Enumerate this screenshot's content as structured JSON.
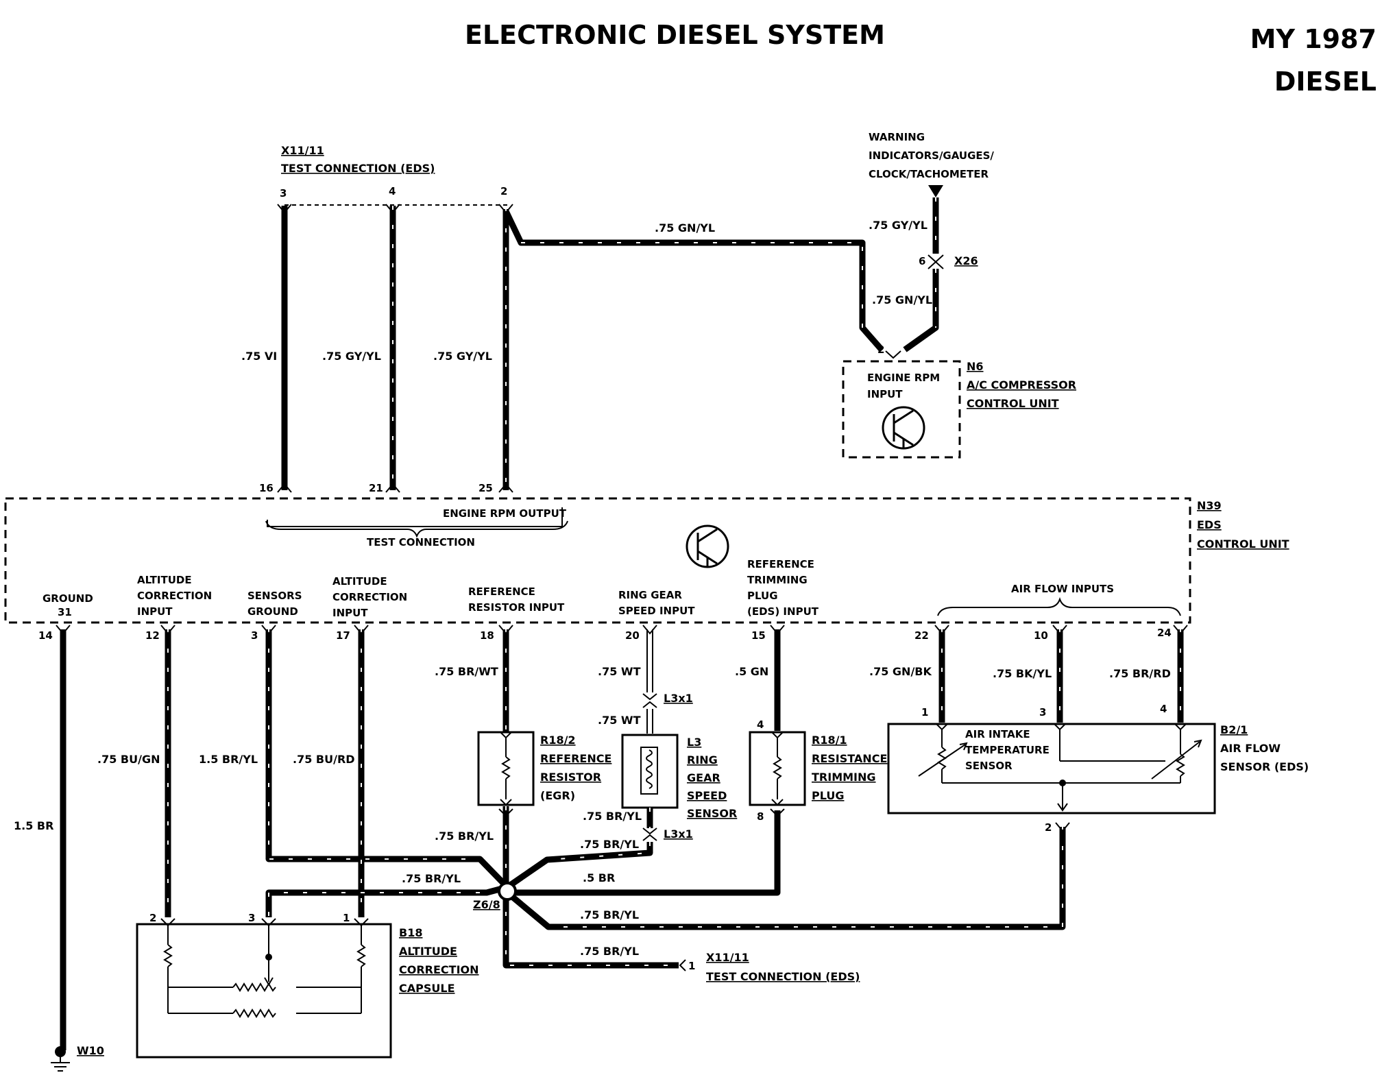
{
  "header": {
    "title": "ELECTRONIC DIESEL SYSTEM",
    "model_year": "MY 1987",
    "engine": "DIESEL"
  },
  "components": {
    "x11_top": {
      "id": "X11/11",
      "name": "TEST CONNECTION (EDS)"
    },
    "x11_bot": {
      "id": "X11/11",
      "name": "TEST CONNECTION (EDS)"
    },
    "warning": [
      "WARNING",
      "INDICATORS/GAUGES/",
      "CLOCK/TACHOMETER"
    ],
    "x26": {
      "id": "X26"
    },
    "n6": {
      "id": "N6",
      "name1": "A/C COMPRESSOR",
      "name2": "CONTROL UNIT",
      "input1": "ENGINE RPM",
      "input2": "INPUT"
    },
    "n39": {
      "id": "N39",
      "name1": "EDS",
      "name2": "CONTROL UNIT"
    },
    "r18_2": {
      "id": "R18/2",
      "name": [
        "REFERENCE",
        "RESISTOR",
        "(EGR)"
      ]
    },
    "l3": {
      "id": "L3",
      "name": [
        "RING",
        "GEAR",
        "SPEED",
        "SENSOR"
      ]
    },
    "l3x1": {
      "id": "L3x1"
    },
    "r18_1": {
      "id": "R18/1",
      "name": [
        "RESISTANCE",
        "TRIMMING",
        "PLUG"
      ]
    },
    "b2_1": {
      "id": "B2/1",
      "name": [
        "AIR FLOW",
        "SENSOR (EDS)"
      ],
      "inner": [
        "AIR INTAKE",
        "TEMPERATURE",
        "SENSOR"
      ]
    },
    "b18": {
      "id": "B18",
      "name": [
        "ALTITUDE",
        "CORRECTION",
        "CAPSULE"
      ]
    },
    "z6_8": {
      "id": "Z6/8"
    },
    "w10": {
      "id": "W10"
    }
  },
  "ecu_labels": {
    "engine_rpm_output": "ENGINE RPM OUTPUT",
    "test_connection": "TEST CONNECTION",
    "ground": [
      "GROUND",
      "31"
    ],
    "altitude_in_12": [
      "ALTITUDE",
      "CORRECTION",
      "INPUT"
    ],
    "sensors_ground": [
      "SENSORS",
      "GROUND"
    ],
    "altitude_in_17": [
      "ALTITUDE",
      "CORRECTION",
      "INPUT"
    ],
    "ref_resistor_input": [
      "REFERENCE",
      "RESISTOR INPUT"
    ],
    "ring_gear_input": [
      "RING GEAR",
      "SPEED INPUT"
    ],
    "ref_trim_input": [
      "REFERENCE",
      "TRIMMING",
      "PLUG",
      "(EDS) INPUT"
    ],
    "air_flow_inputs": "AIR FLOW INPUTS"
  },
  "pins": {
    "t3": "3",
    "t4": "4",
    "t2": "2",
    "e16": "16",
    "e21": "21",
    "e25": "25",
    "e14": "14",
    "e12": "12",
    "e3": "3",
    "e17": "17",
    "e18": "18",
    "e20": "20",
    "e15": "15",
    "e22": "22",
    "e10": "10",
    "e24": "24",
    "x26_6": "6",
    "n6_2": "2",
    "r18_1_4": "4",
    "r18_1_8": "8",
    "b2_1": "1",
    "b2_3": "3",
    "b2_4": "4",
    "b2_2": "2",
    "b18_2": "2",
    "b18_3": "3",
    "b18_1": "1",
    "x11b_1": "1"
  },
  "wires": {
    "w_vi": ".75 VI",
    "w_gyyl_a": ".75 GY/YL",
    "w_gyyl_b": ".75 GY/YL",
    "w_gnyl_top": ".75 GN/YL",
    "w_gyyl_warn": ".75 GY/YL",
    "w_gnyl_n6": ".75 GN/YL",
    "w_br_ground": "1.5 BR",
    "w_bugn": ".75 BU/GN",
    "w_bryl_15": "1.5 BR/YL",
    "w_burd": ".75 BU/RD",
    "w_brwt": ".75 BR/WT",
    "w_wt_a": ".75 WT",
    "w_wt_b": ".75 WT",
    "w_gn5": ".5 GN",
    "w_gnbk": ".75 GN/BK",
    "w_bkyl": ".75 BK/YL",
    "w_brrd": ".75 BR/RD",
    "w_bryl_r18": ".75 BR/YL",
    "w_bryl_l3a": ".75 BR/YL",
    "w_bryl_l3b": ".75 BR/YL",
    "w_bryl_b18": ".75 BR/YL",
    "w_br5": ".5 BR",
    "w_bryl_b2": ".75 BR/YL",
    "w_bryl_x11": ".75 BR/YL"
  }
}
